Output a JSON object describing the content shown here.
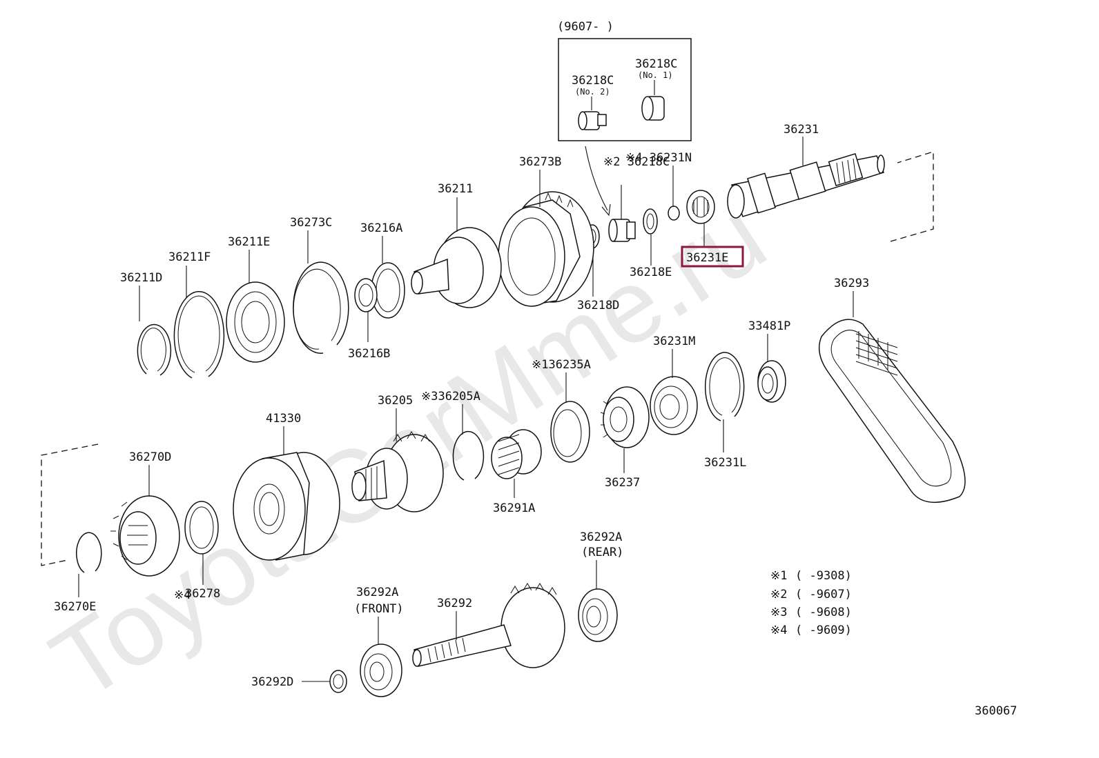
{
  "watermark": "ToyotaCarMme.ru",
  "diagram_id": "360067",
  "inset": {
    "range_label": "(9607-        )",
    "parts": [
      {
        "code": "36218C",
        "note": "(No. 2)"
      },
      {
        "code": "36218C",
        "note": "(No. 1)"
      }
    ]
  },
  "parts": {
    "p36231": "36231",
    "p36231N": "※4 36231N",
    "p36218C_main": "※2 36218C",
    "p36273B": "36273B",
    "p36211": "36211",
    "p36231E": "36231E",
    "p36218E": "36218E",
    "p36218D": "36218D",
    "p36216A": "36216A",
    "p36273C": "36273C",
    "p36211E": "36211E",
    "p36211F": "36211F",
    "p36211D": "36211D",
    "p36216B": "36216B",
    "p36293": "36293",
    "p33481P": "33481P",
    "p36231M": "36231M",
    "p36235A": "※136235A",
    "p36205": "36205",
    "p36205A": "※336205A",
    "p41330": "41330",
    "p36270D": "36270D",
    "p36237": "36237",
    "p36231L": "36231L",
    "p36291A": "36291A",
    "p36278": "36278",
    "p36278_mark": "※4",
    "p36270E": "36270E",
    "p36292A_rear": "36292A",
    "p36292A_rear_note": "(REAR)",
    "p36292A_front": "36292A",
    "p36292A_front_note": "(FRONT)",
    "p36292": "36292",
    "p36292D": "36292D"
  },
  "highlighted_part": "36231E",
  "highlight_color": "#8b1a3a",
  "footnotes": [
    {
      "mark": "※1",
      "range": "(      -9308)"
    },
    {
      "mark": "※2",
      "range": "(      -9607)"
    },
    {
      "mark": "※3",
      "range": "(      -9608)"
    },
    {
      "mark": "※4",
      "range": "(      -9609)"
    }
  ]
}
